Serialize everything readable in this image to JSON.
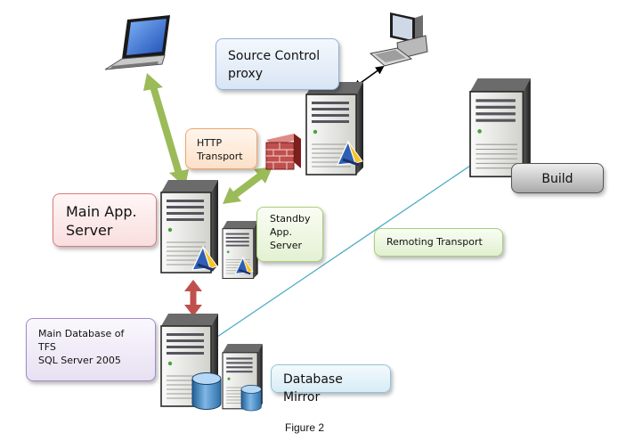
{
  "labels": {
    "source_control_proxy": "Source Control\nproxy",
    "http_transport": "HTTP\nTransport",
    "main_app_server": "Main App.\nServer",
    "standby_app_server": "Standby\nApp.\nServer",
    "remoting_transport": "Remoting Transport",
    "build": "Build",
    "main_database": "Main Database of\nTFS\nSQL Server 2005",
    "database_mirror": "Database Mirror"
  },
  "caption": "Figure 2",
  "colors": {
    "http_arrows": "#9bbb59",
    "database_link_arrow": "#c0504d",
    "remoting_line": "#4bacc6",
    "proxy_client_arrow": "#000000",
    "firewall_brick": "#c0504d"
  },
  "icons": [
    "laptop-icon",
    "desktop-computer-icon",
    "server-icon",
    "firewall-icon",
    "database-cylinder-icon",
    "tfs-logo-icon"
  ]
}
